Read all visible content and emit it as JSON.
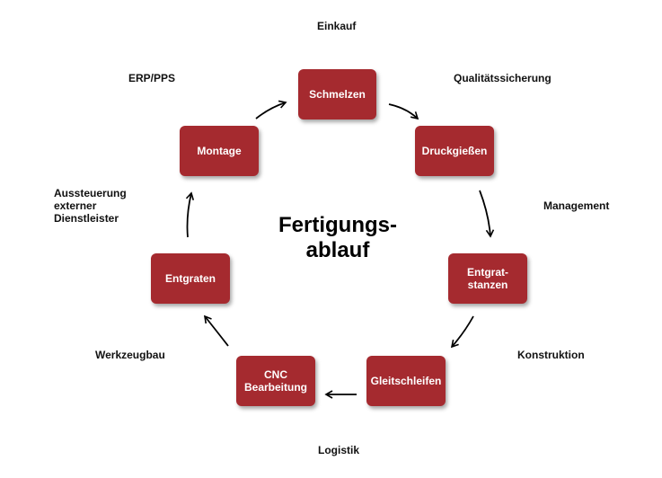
{
  "title": "Fertigungs-\nablauf",
  "steps": {
    "schmelzen": "Schmelzen",
    "druckgiessen": "Druckgießen",
    "entgratstanzen": "Entgrat-\nstanzen",
    "gleitschleifen": "Gleitschleifen",
    "cnc": "CNC\nBearbeitung",
    "entgraten": "Entgraten",
    "montage": "Montage"
  },
  "departments": {
    "einkauf": "Einkauf",
    "qualitaet": "Qualitätssicherung",
    "management": "Management",
    "konstruktion": "Konstruktion",
    "logistik": "Logistik",
    "werkzeugbau": "Werkzeugbau",
    "aussteuerung": "Aussteuerung\nexterner\nDienstleister",
    "erp": "ERP/PPS"
  },
  "colors": {
    "step_fill": "#a52a2f",
    "step_text": "#ffffff",
    "arrow": "#000000"
  }
}
